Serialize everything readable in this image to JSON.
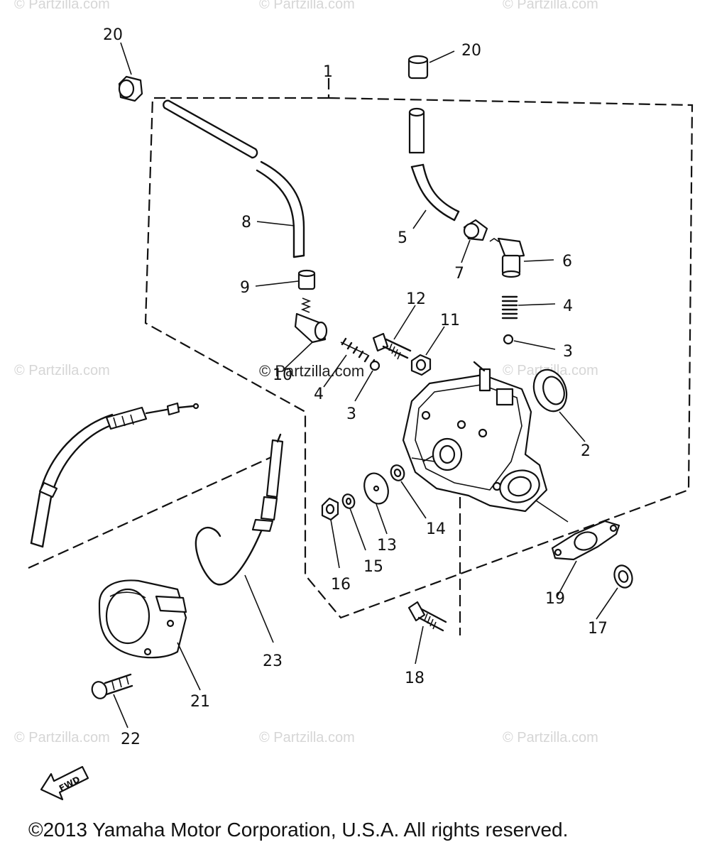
{
  "watermark": "© Partzilla.com",
  "copyright": "©2013  Yamaha Motor Corporation, U.S.A. All rights reserved.",
  "fwd_label": "FWD",
  "callouts": {
    "c1": "1",
    "c2": "2",
    "c3a": "3",
    "c3b": "3",
    "c4a": "4",
    "c4b": "4",
    "c5": "5",
    "c6": "6",
    "c7": "7",
    "c8": "8",
    "c9": "9",
    "c10": "10",
    "c11": "11",
    "c12": "12",
    "c13": "13",
    "c14": "14",
    "c15": "15",
    "c16": "16",
    "c17": "17",
    "c18": "18",
    "c19": "19",
    "c20a": "20",
    "c20b": "20",
    "c21": "21",
    "c22": "22",
    "c23": "23"
  }
}
